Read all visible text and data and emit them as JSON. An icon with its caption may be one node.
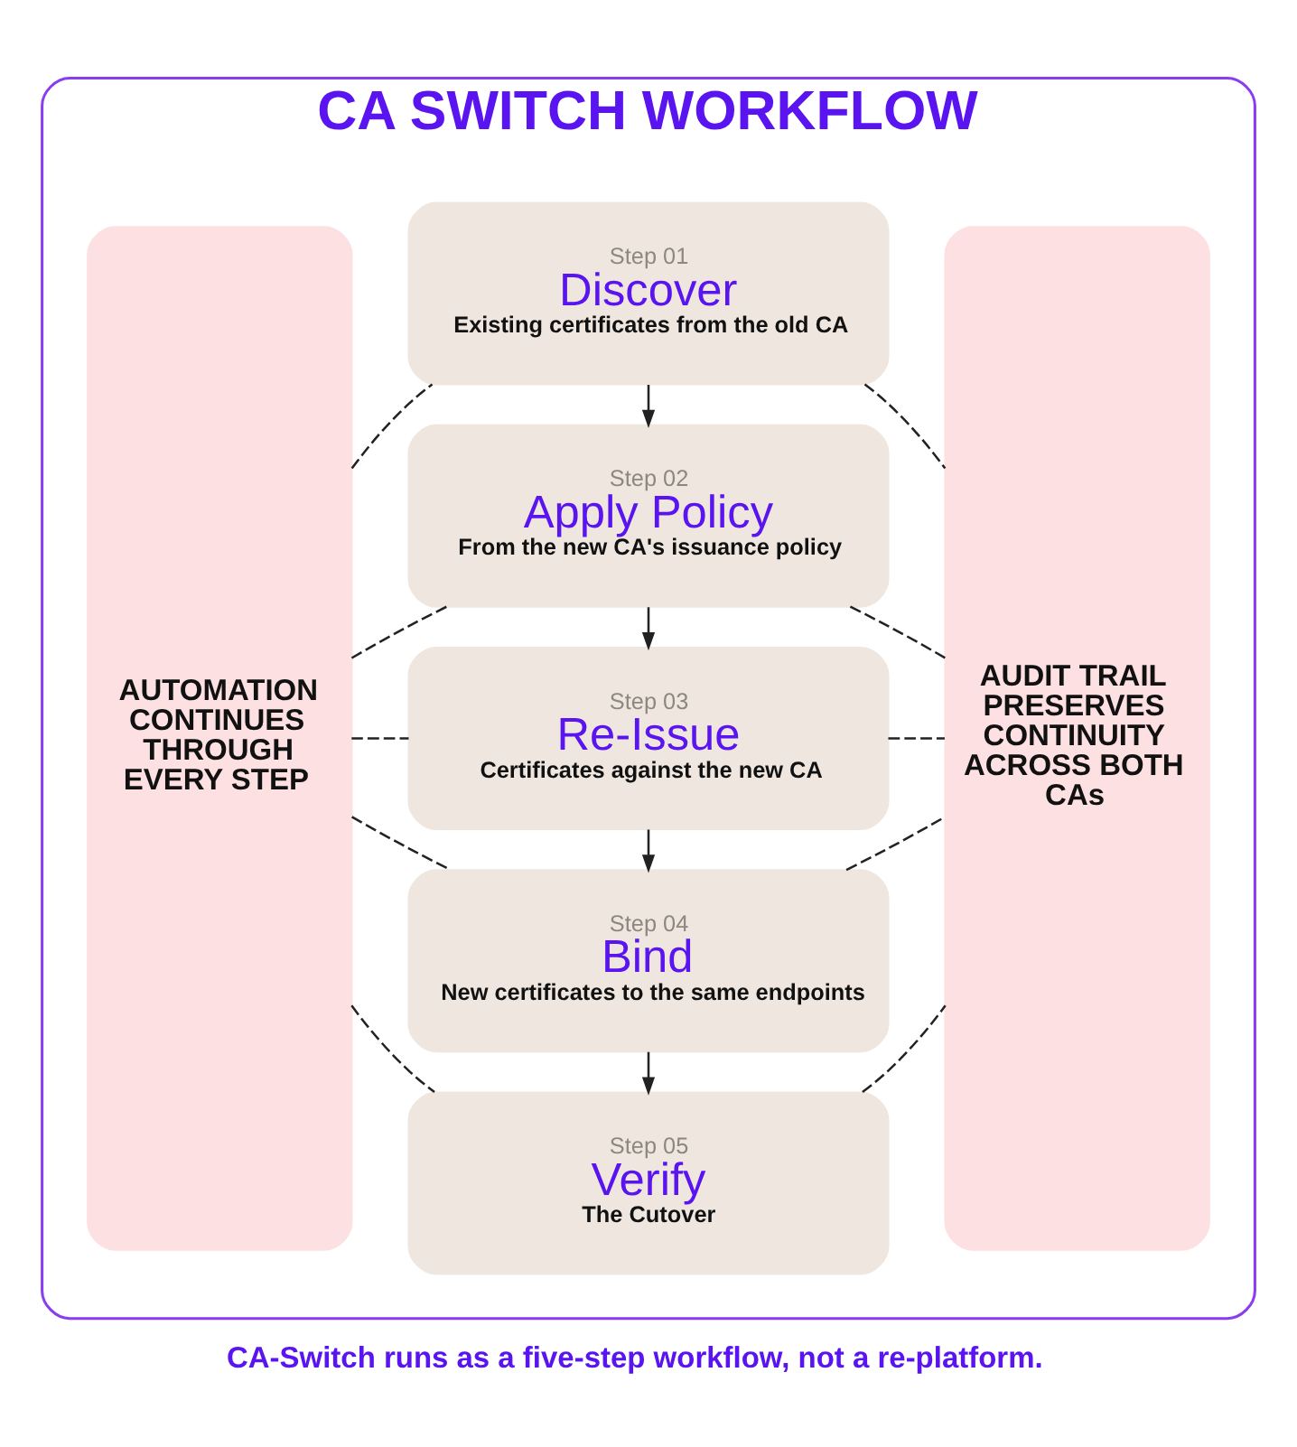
{
  "diagram": {
    "caption": "CA-Switch runs as a five-step workflow, not a re-platform.",
    "nodes": [
      {
        "text": [
          "CA SWITCH WORKFLOW"
        ]
      },
      {
        "text": [
          "AUTOMATION CONTINUES THROUGH EVERY STEP"
        ],
        "in": 0
      },
      {
        "text": [
          "Step 01",
          "Discover",
          "Existing certificates from the old CA"
        ],
        "in": 0
      },
      {
        "text": [
          "Step 02",
          "Apply Policy",
          "From the new CA's issuance policy"
        ],
        "in": 0
      },
      {
        "text": [
          "Step 03",
          "Re-Issue",
          "Certificates against the new CA"
        ],
        "in": 0
      },
      {
        "text": [
          "Step 04",
          "Bind",
          "New certificates to the same endpoints"
        ],
        "in": 0
      },
      {
        "text": [
          "Step 05",
          "Verify",
          "The Cutover"
        ],
        "in": 0
      },
      {
        "text": [
          "AUDIT TRAIL PRESERVES CONTINUITY ACROSS BOTH CAs"
        ],
        "in": 0
      }
    ],
    "edges": [
      {
        "from": 2,
        "to": 3,
        "arrow": "to"
      },
      {
        "from": 3,
        "to": 4,
        "arrow": "to"
      },
      {
        "from": 4,
        "to": 5,
        "arrow": "to"
      },
      {
        "from": 5,
        "to": 6,
        "arrow": "to"
      },
      {
        "from": 1,
        "to": 2,
        "arrow": "none",
        "style": "dashed"
      },
      {
        "from": 2,
        "to": 7,
        "arrow": "none",
        "style": "dashed"
      },
      {
        "from": 1,
        "to": 3,
        "arrow": "none",
        "style": "dashed"
      },
      {
        "from": 3,
        "to": 7,
        "arrow": "none",
        "style": "dashed"
      },
      {
        "from": 1,
        "to": 4,
        "arrow": "none",
        "style": "dashed"
      },
      {
        "from": 4,
        "to": 7,
        "arrow": "none",
        "style": "dashed"
      },
      {
        "from": 1,
        "to": 5,
        "arrow": "none",
        "style": "dashed"
      },
      {
        "from": 5,
        "to": 7,
        "arrow": "none",
        "style": "dashed"
      },
      {
        "from": 1,
        "to": 6,
        "arrow": "none",
        "style": "dashed"
      },
      {
        "from": 6,
        "to": 7,
        "arrow": "none",
        "style": "dashed"
      }
    ]
  }
}
